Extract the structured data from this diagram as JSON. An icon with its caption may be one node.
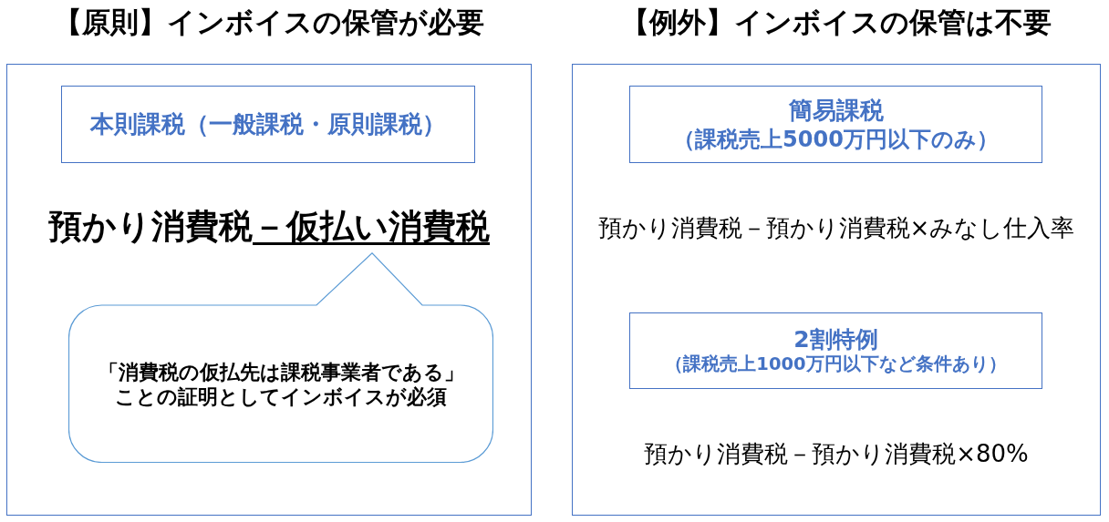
{
  "diagram": {
    "nodes": [
      {
        "text": [
          "【原則】インボイスの保管が必要"
        ]
      },
      {
        "text": [
          "本則課税（一般課税・原則課税）"
        ],
        "in": 0
      },
      {
        "text": [
          "「消費税の仮払先は課税事業者である」ことの証明としてインボイスが必須"
        ],
        "in": 0
      },
      {
        "text": [
          "【例外】インボイスの保管は不要"
        ]
      },
      {
        "text": [
          "簡易課税",
          "（課税売上5000万円以下のみ）"
        ],
        "in": 3
      },
      {
        "text": [
          "2割特例",
          "（課税売上1000万円以下など条件あり）"
        ],
        "in": 3
      }
    ],
    "labels": [
      "預かり消費税－仮払い消費税",
      "預かり消費税－預かり消費税×みなし仕入率",
      "預かり消費税－預かり消費税×80%"
    ]
  }
}
